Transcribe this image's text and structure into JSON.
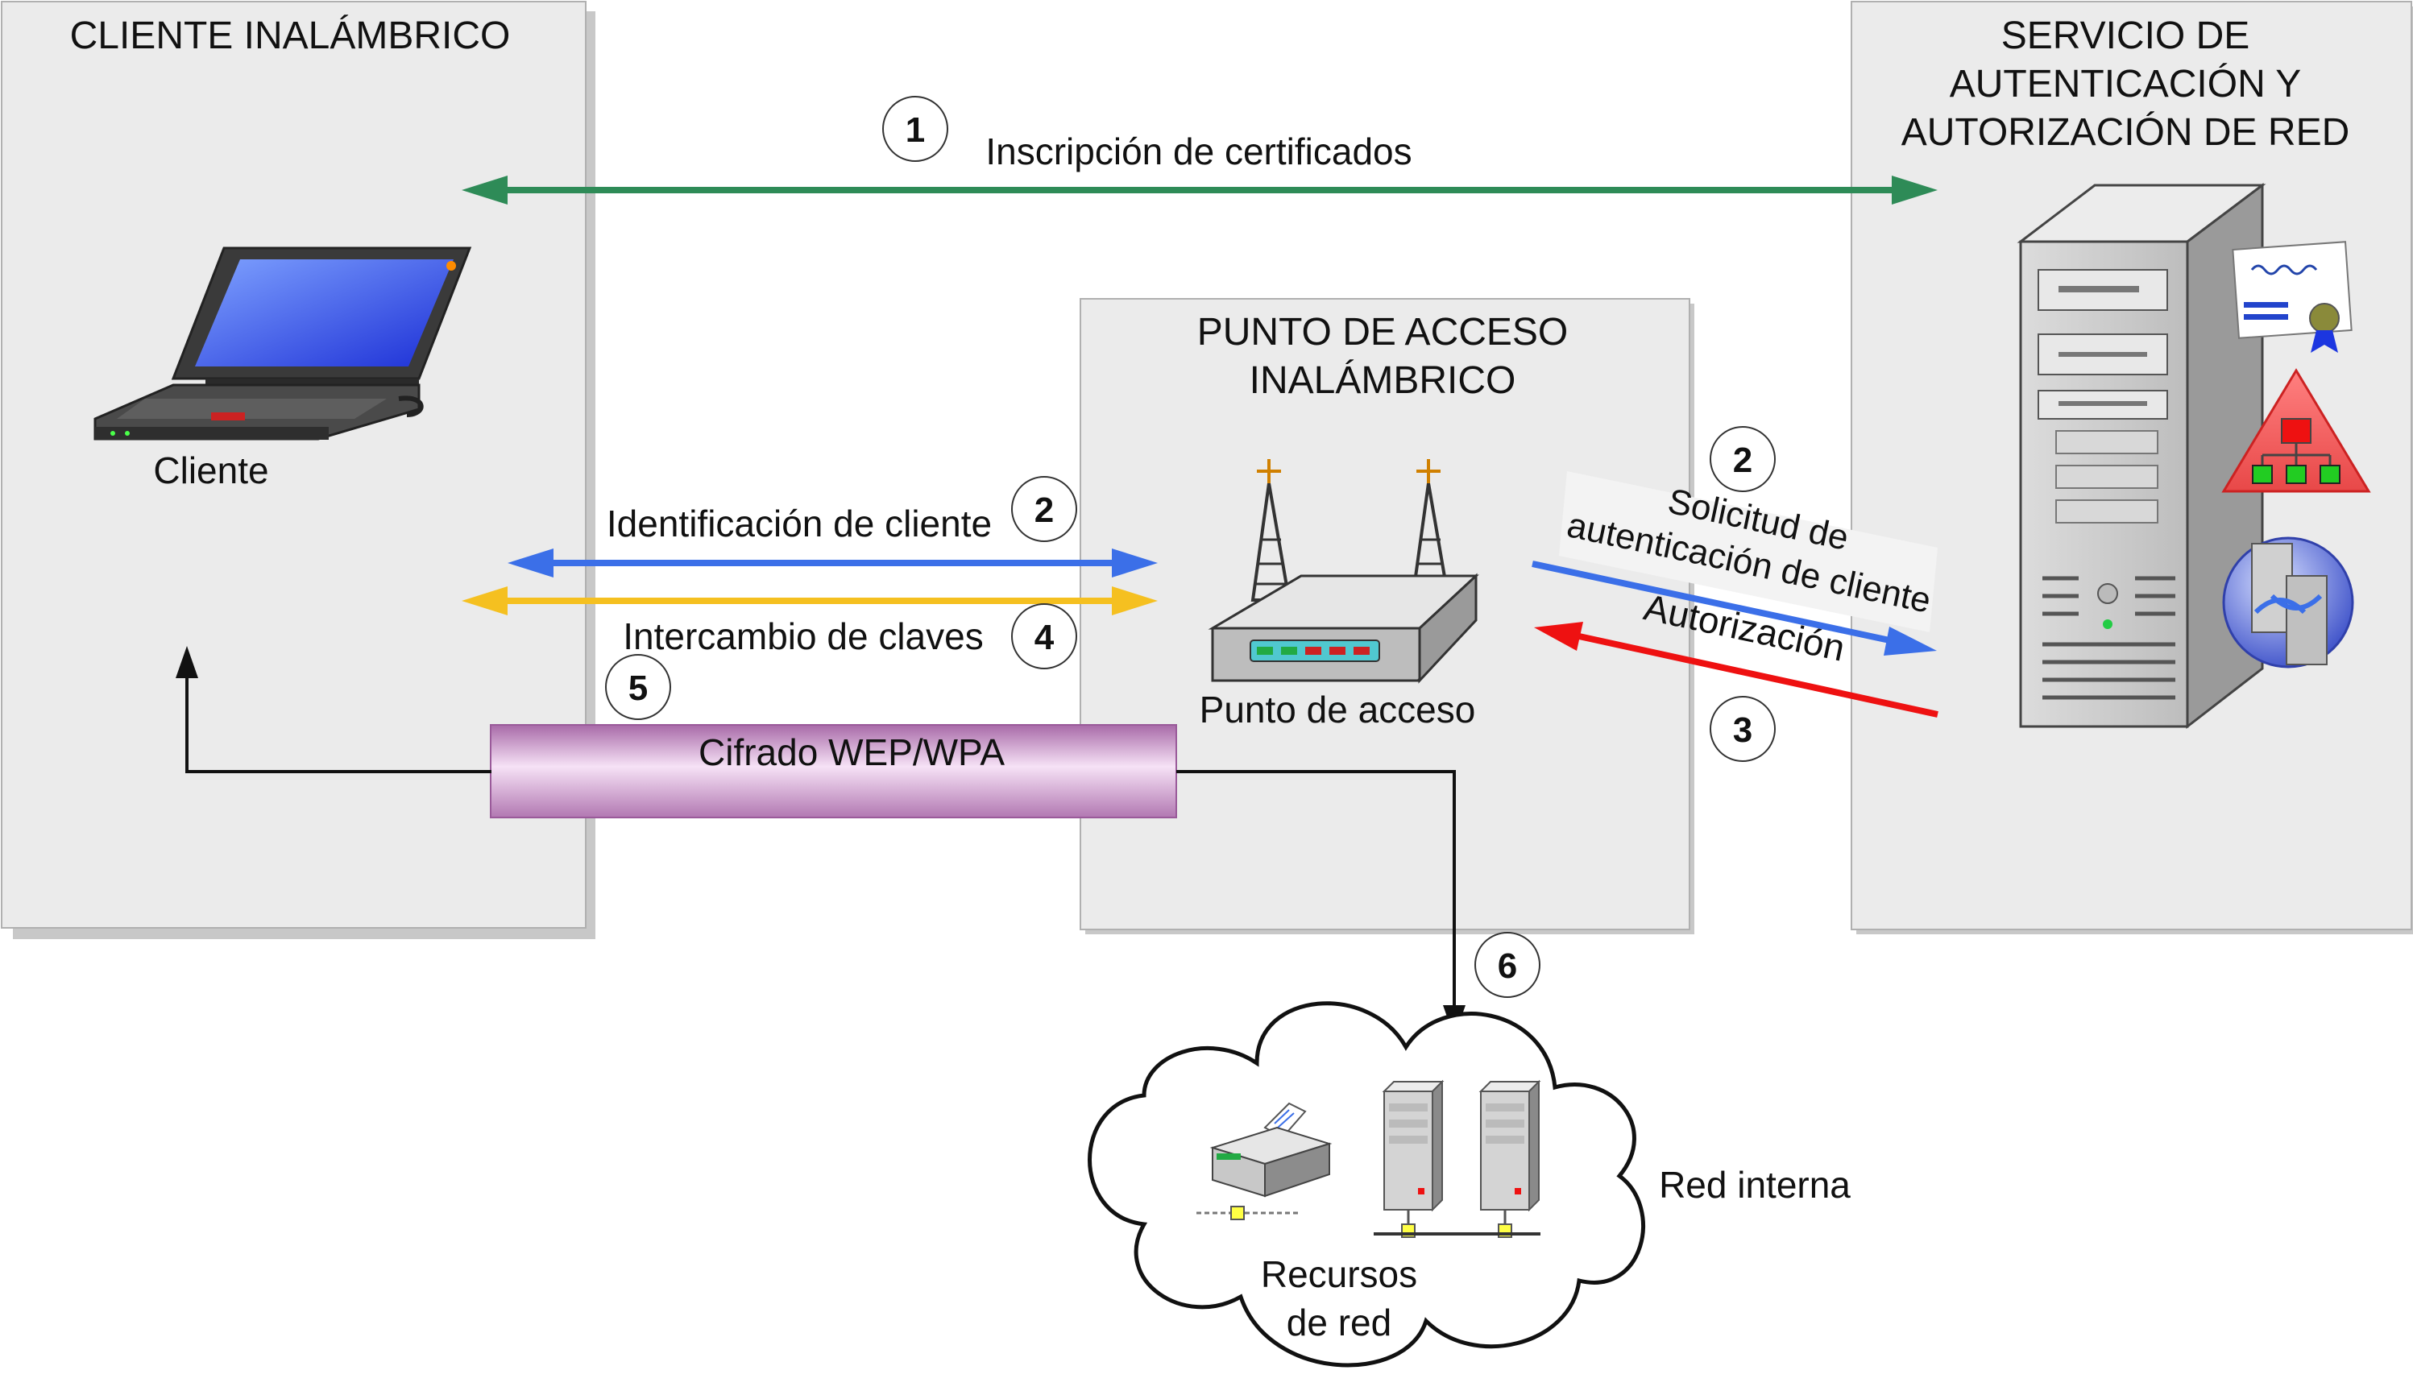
{
  "panels": {
    "client": {
      "title": "CLIENTE INALÁMBRICO"
    },
    "access_point": {
      "title_line1": "PUNTO DE ACCESO",
      "title_line2": "INALÁMBRICO"
    },
    "auth_service": {
      "title_line1": "SERVICIO DE",
      "title_line2": "AUTENTICACIÓN Y",
      "title_line3": "AUTORIZACIÓN DE RED"
    }
  },
  "devices": {
    "client_label": "Cliente",
    "access_point_label": "Punto de acceso",
    "resources_line1": "Recursos",
    "resources_line2": "de red",
    "internal_network_label": "Red interna"
  },
  "steps": {
    "s1": {
      "number": "1",
      "label": "Inscripción de certificados"
    },
    "s2_client": {
      "number": "2",
      "label": "Identificación de cliente"
    },
    "s2_server": {
      "number": "2",
      "label_line1": "Solicitud de",
      "label_line2": "autenticación de cliente"
    },
    "s3": {
      "number": "3",
      "label": "Autorización"
    },
    "s4": {
      "number": "4",
      "label": "Intercambio de claves"
    },
    "s5": {
      "number": "5"
    },
    "s6": {
      "number": "6"
    },
    "encryption_label": "Cifrado WEP/WPA"
  },
  "colors": {
    "enrollment_arrow": "#2e8b57",
    "identification_arrow": "#3b6fe8",
    "key_exchange_arrow": "#f5c020",
    "authorization_arrow": "#ee1111",
    "encryption_tube": "#c890c8",
    "panel_fill": "#ebebeb"
  }
}
